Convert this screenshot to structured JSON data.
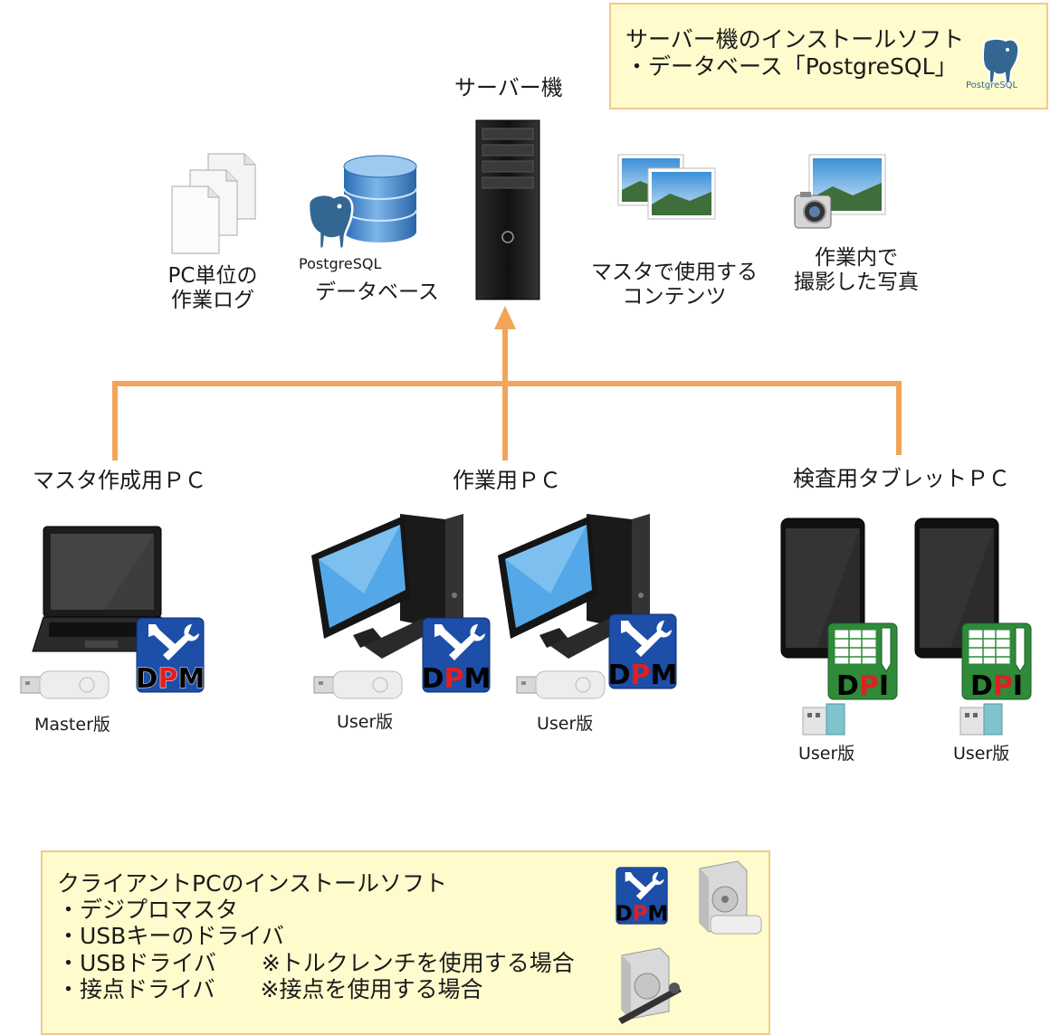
{
  "server": {
    "title": "サーバー機",
    "items": {
      "work_log": [
        "PC単位の",
        "作業ログ"
      ],
      "database": "データベース",
      "postgres_logo": "PostgreSQL",
      "master_contents": [
        "マスタで使用する",
        "コンテンツ"
      ],
      "photos": [
        "作業内で",
        "撮影した写真"
      ]
    },
    "install_note": {
      "title": "サーバー機のインストールソフト",
      "line1": "・データベース「PostgreSQL」",
      "logo_text": "PostgreSQL"
    }
  },
  "clients": {
    "master_pc": {
      "title": "マスタ作成用ＰＣ",
      "edition": "Master版"
    },
    "work_pc": {
      "title": "作業用ＰＣ",
      "editions": [
        "User版",
        "User版"
      ]
    },
    "tablet": {
      "title": "検査用タブレットＰＣ",
      "editions": [
        "User版",
        "User版"
      ]
    }
  },
  "client_note": {
    "title": "クライアントPCのインストールソフト",
    "lines": [
      "・デジプロマスタ",
      "・USBキーのドライバ",
      "・USBドライバ　　※トルクレンチを使用する場合",
      "・接点ドライバ　　※接点を使用する場合"
    ]
  },
  "app_badges": {
    "dpm": "DPM",
    "dpi": "DPI"
  },
  "colors": {
    "connector": "#f2a55a",
    "note_bg": "#fffbcc",
    "note_border": "#f3c98a",
    "db_blue": "#3c7fc6",
    "dpm_blue": "#1d4ea8",
    "dpi_green": "#2f8a3a",
    "dpm_red": "#e02020"
  }
}
